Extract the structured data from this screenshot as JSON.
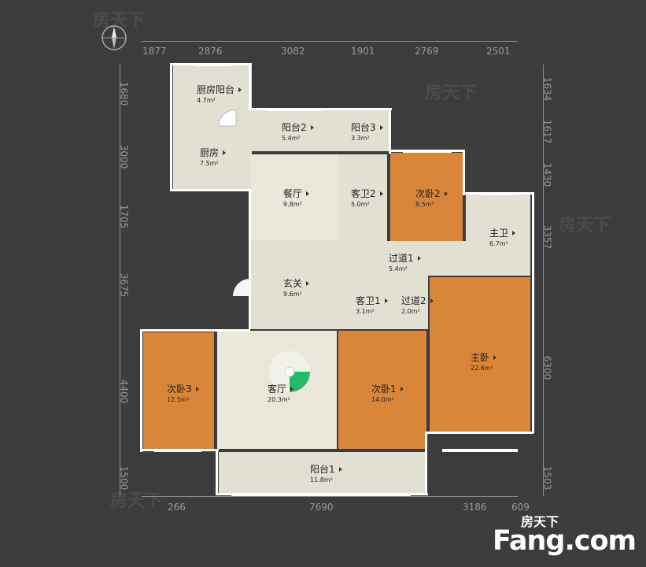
{
  "rooms": {
    "kitchen_balcony": {
      "name": "厨房阳台",
      "area": "4.7m²"
    },
    "kitchen": {
      "name": "厨房",
      "area": "7.5m²"
    },
    "balcony2": {
      "name": "阳台2",
      "area": "5.4m²"
    },
    "balcony3": {
      "name": "阳台3",
      "area": "3.3m²"
    },
    "dining": {
      "name": "餐厅",
      "area": "9.8m²"
    },
    "guest_bath2": {
      "name": "客卫2",
      "area": "5.0m²"
    },
    "second_bed2": {
      "name": "次卧2",
      "area": "8.5m²"
    },
    "master_bath": {
      "name": "主卫",
      "area": "6.7m²"
    },
    "hallway1": {
      "name": "过道1",
      "area": "5.4m²"
    },
    "entrance": {
      "name": "玄关",
      "area": "9.6m²"
    },
    "guest_bath1": {
      "name": "客卫1",
      "area": "3.1m²"
    },
    "hallway2": {
      "name": "过道2",
      "area": "2.0m²"
    },
    "master_bed": {
      "name": "主卧",
      "area": "22.6m²"
    },
    "second_bed3": {
      "name": "次卧3",
      "area": "12.5m²"
    },
    "living": {
      "name": "客厅",
      "area": "20.3m²"
    },
    "second_bed1": {
      "name": "次卧1",
      "area": "14.0m²"
    },
    "balcony1": {
      "name": "阳台1",
      "area": "11.8m²"
    }
  },
  "dimensions": {
    "top": [
      "1877",
      "2876",
      "3082",
      "1901",
      "2769",
      "2501"
    ],
    "bottom": [
      "266",
      "7690",
      "3186",
      "609"
    ],
    "left": [
      "1680",
      "3000",
      "1705",
      "3675",
      "4400",
      "1500"
    ],
    "right": [
      "1634",
      "1617",
      "1430",
      "3357",
      "6300",
      "1503"
    ]
  },
  "logo": {
    "cn": "房天下",
    "en": "Fang.com"
  },
  "watermarks": [
    "房天下",
    "房天下",
    "房天下",
    "房天下"
  ]
}
